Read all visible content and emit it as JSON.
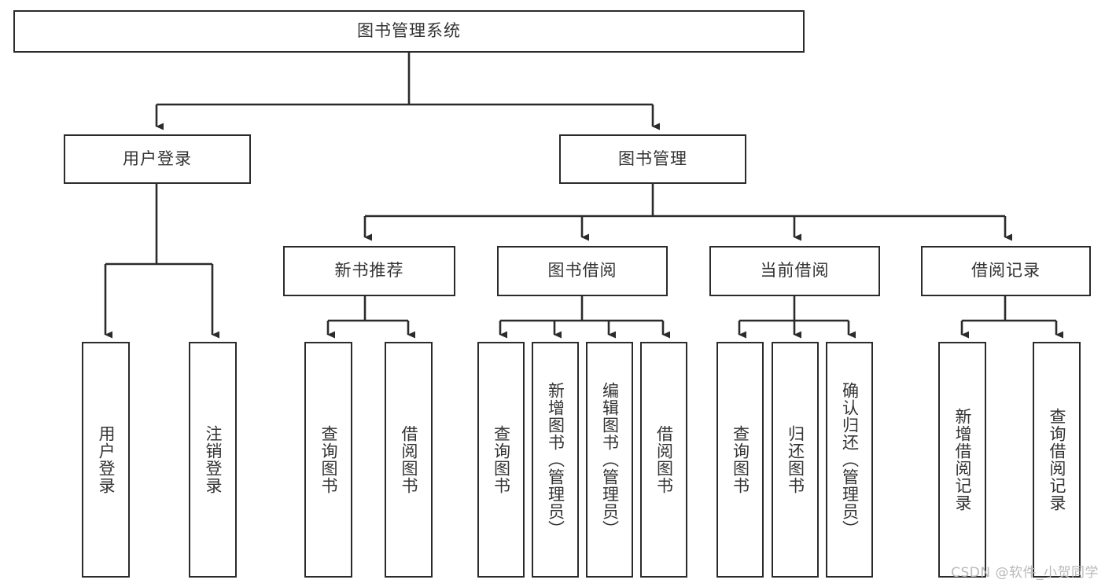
{
  "diagram": {
    "title": "图书管理系统",
    "type": "tree-hierarchy",
    "watermark": "CSDN @软件_小贺同学",
    "colors": {
      "border": "#2b2b2b",
      "text": "#333333",
      "background": "#ffffff",
      "watermark": "#b9b9b9"
    },
    "nodes": {
      "root": {
        "label": "图书管理系统"
      },
      "level2": [
        {
          "id": "user-login",
          "label": "用户登录"
        },
        {
          "id": "book-manage",
          "label": "图书管理"
        }
      ],
      "level3": [
        {
          "id": "new-book-recommend",
          "label": "新书推荐"
        },
        {
          "id": "book-borrow",
          "label": "图书借阅"
        },
        {
          "id": "current-borrow",
          "label": "当前借阅"
        },
        {
          "id": "borrow-record",
          "label": "借阅记录"
        }
      ],
      "leaves": {
        "user-login": [
          {
            "id": "leaf-user-login",
            "label": "用户登录"
          },
          {
            "id": "leaf-logout-login",
            "label": "注销登录"
          }
        ],
        "new-book-recommend": [
          {
            "id": "leaf-query-book-1",
            "label": "查询图书"
          },
          {
            "id": "leaf-borrow-book-1",
            "label": "借阅图书"
          }
        ],
        "book-borrow": [
          {
            "id": "leaf-query-book-2",
            "label": "查询图书"
          },
          {
            "id": "leaf-add-book",
            "label": "新增图书（管理员）"
          },
          {
            "id": "leaf-edit-book",
            "label": "编辑图书（管理员）"
          },
          {
            "id": "leaf-borrow-book-2",
            "label": "借阅图书"
          }
        ],
        "current-borrow": [
          {
            "id": "leaf-query-book-3",
            "label": "查询图书"
          },
          {
            "id": "leaf-return-book",
            "label": "归还图书"
          },
          {
            "id": "leaf-confirm-return",
            "label": "确认归还（管理员）"
          }
        ],
        "borrow-record": [
          {
            "id": "leaf-add-record",
            "label": "新增借阅记录"
          },
          {
            "id": "leaf-query-record",
            "label": "查询借阅记录"
          }
        ]
      }
    }
  }
}
